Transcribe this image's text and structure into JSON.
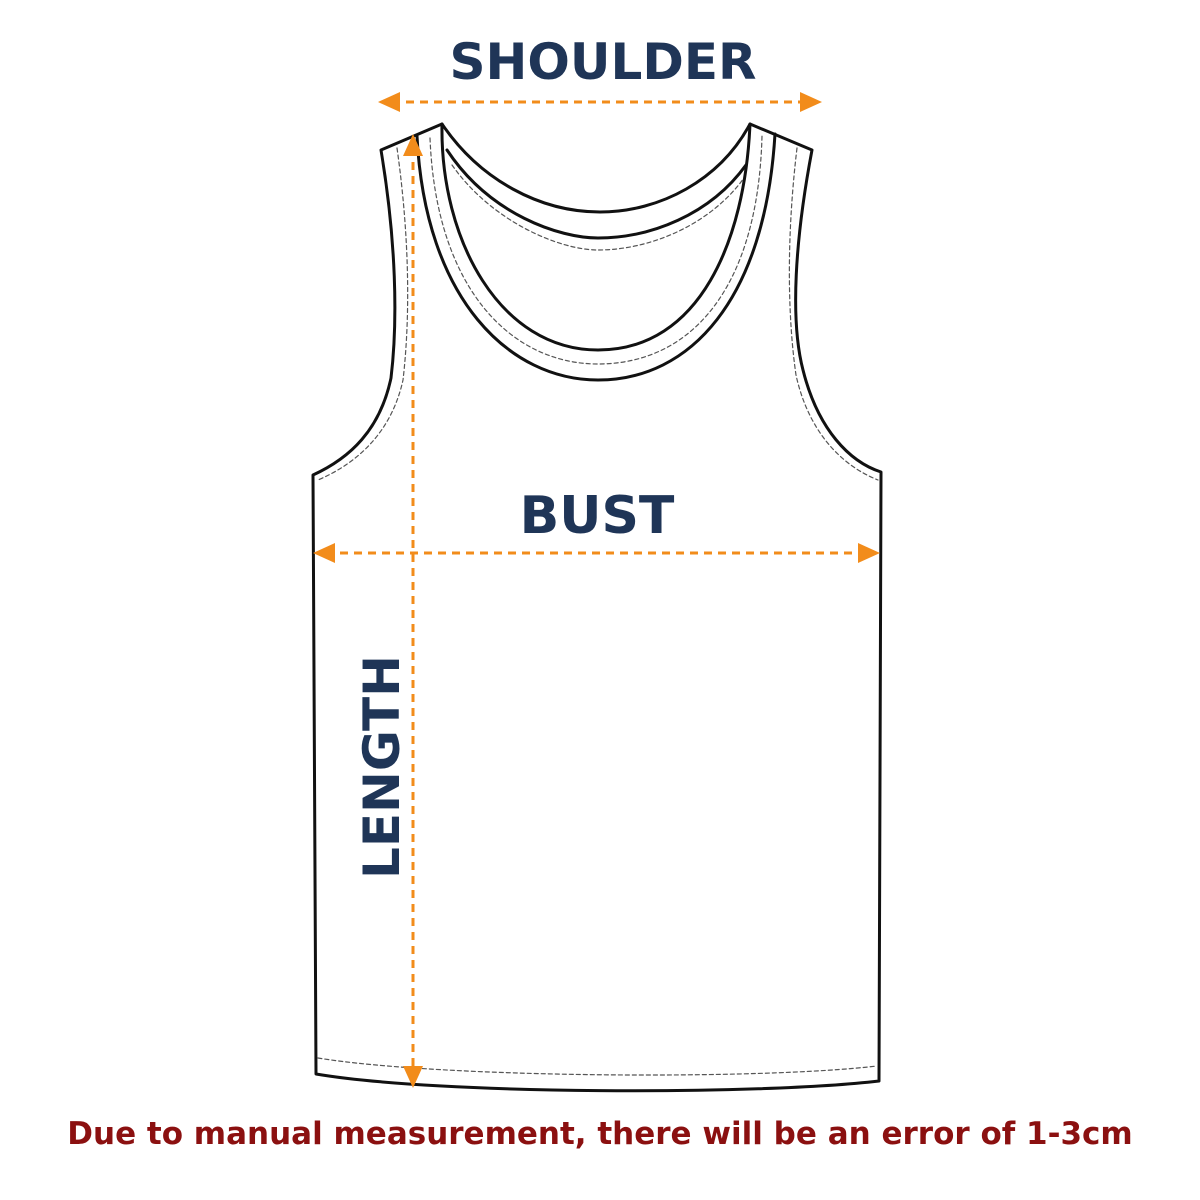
{
  "labels": {
    "shoulder": "SHOULDER",
    "bust": "BUST",
    "length": "LENGTH"
  },
  "note": "Due to manual measurement, there will be an error of 1-3cm",
  "colors": {
    "label": "#1f3557",
    "arrow": "#f28c1b",
    "outline": "#111111",
    "note": "#8b1010"
  }
}
